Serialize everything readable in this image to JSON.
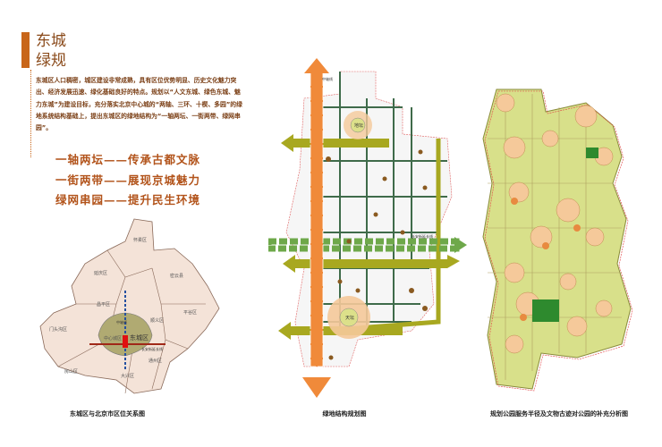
{
  "header": {
    "title_line1": "东城",
    "title_line2": "绿规"
  },
  "intro": "东城区人口稠密，城区建设非常成熟，具有区位优势明显、历史文化魅力突出、经济发展迅速、绿化基础良好的特点。规划以“人文东城、绿色东城、魅力东城”为建设目标，充分落实北京中心城的“两轴、三环、十楔、多园”的绿地系统结构基础上，提出东城区的绿地结构为“一轴两坛、一街两带、绿网串园”。",
  "slogans": [
    "一轴两坛——传承古都文脉",
    "一街两带——展现京城魅力",
    "绿网串园——提升民生环境"
  ],
  "map_location": {
    "caption": "东城区与北京市区位关系图",
    "districts": [
      "怀柔区",
      "密云县",
      "延庆区",
      "昌平区",
      "顺义区",
      "平谷区",
      "门头沟区",
      "中心城区",
      "通州区",
      "房山区",
      "大兴区"
    ],
    "highlight": "东城区",
    "axis_label": "中轴线",
    "street_label": "长安街延长线"
  },
  "map_structure": {
    "caption": "绿地结构规划图",
    "axis_label": "中轴线",
    "street_label": "长安街延长线",
    "temple_north": "地坛",
    "temple_south": "天坛"
  },
  "map_analysis": {
    "caption": "规划公园服务半径及文物古迹对公园的补充分析图"
  },
  "colors": {
    "accent": "#c8661a",
    "text_brown": "#7a3e14",
    "axis_orange": "#f08a3a",
    "road_green": "#3f6b4a",
    "belt_olive": "#a8a820",
    "park_yellow": "#d8e08a"
  }
}
